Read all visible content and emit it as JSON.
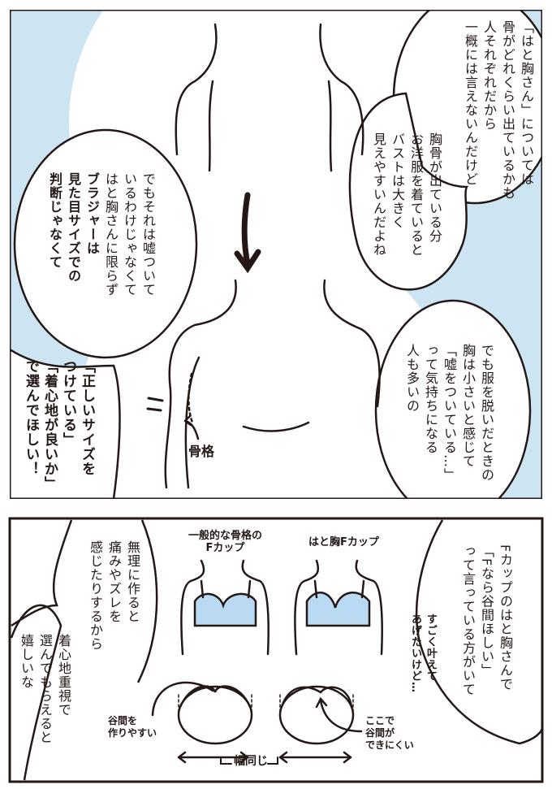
{
  "colors": {
    "background_blue": "#cde4f3",
    "bra_blue": "#b9daf2",
    "ink": "#231815"
  },
  "panel1": {
    "bubble_top": [
      "「はと胸さん」については",
      "骨がどれくらい出ているかも",
      "人それぞれだから",
      "一概には言えないんだけど"
    ],
    "bubble_mid": [
      "胸骨が出ている分",
      "お洋服を着ていると",
      "バストは大きく",
      "見えやすいんだよね"
    ],
    "bubble_left": [
      "でもそれは嘘ついて",
      "いるわけじゃなくて",
      "はと胸さんに限らず",
      "ブラジャーは",
      "見た目サイズでの",
      "判断じゃなくて"
    ],
    "bubble_bottom_left": [
      "「正しいサイズを",
      "つけている」",
      "「着心地が良いか」",
      "で選んでほしい！"
    ],
    "bubble_right": [
      "でも服を脱いだときの",
      "胸は小さいと感じて",
      "「嘘をついている…」",
      "って気持ちになる",
      "人も多いの"
    ],
    "bone_label": "骨格"
  },
  "panel2": {
    "bubble_right": [
      "Fカップのはと胸さんで",
      "「Fなら谷間ほしい」",
      "って言っている方がいて"
    ],
    "aside": [
      "すごく叶えて",
      "あげたいけど…"
    ],
    "bubble_left_top": [
      "無理に作ると",
      "痛みやズレを",
      "感じたりするから"
    ],
    "bubble_left_bottom": [
      "着心地重視で",
      "選んでもらえると",
      "嬉しいな"
    ],
    "label_normal": [
      "一般的な骨格の",
      "Fカップ"
    ],
    "label_hato": "はと胸Fカップ",
    "note_easy": [
      "谷間を",
      "作りやすい"
    ],
    "note_hard": [
      "ここで",
      "谷間が",
      "できにくい"
    ],
    "width_label": "幅同じ"
  }
}
